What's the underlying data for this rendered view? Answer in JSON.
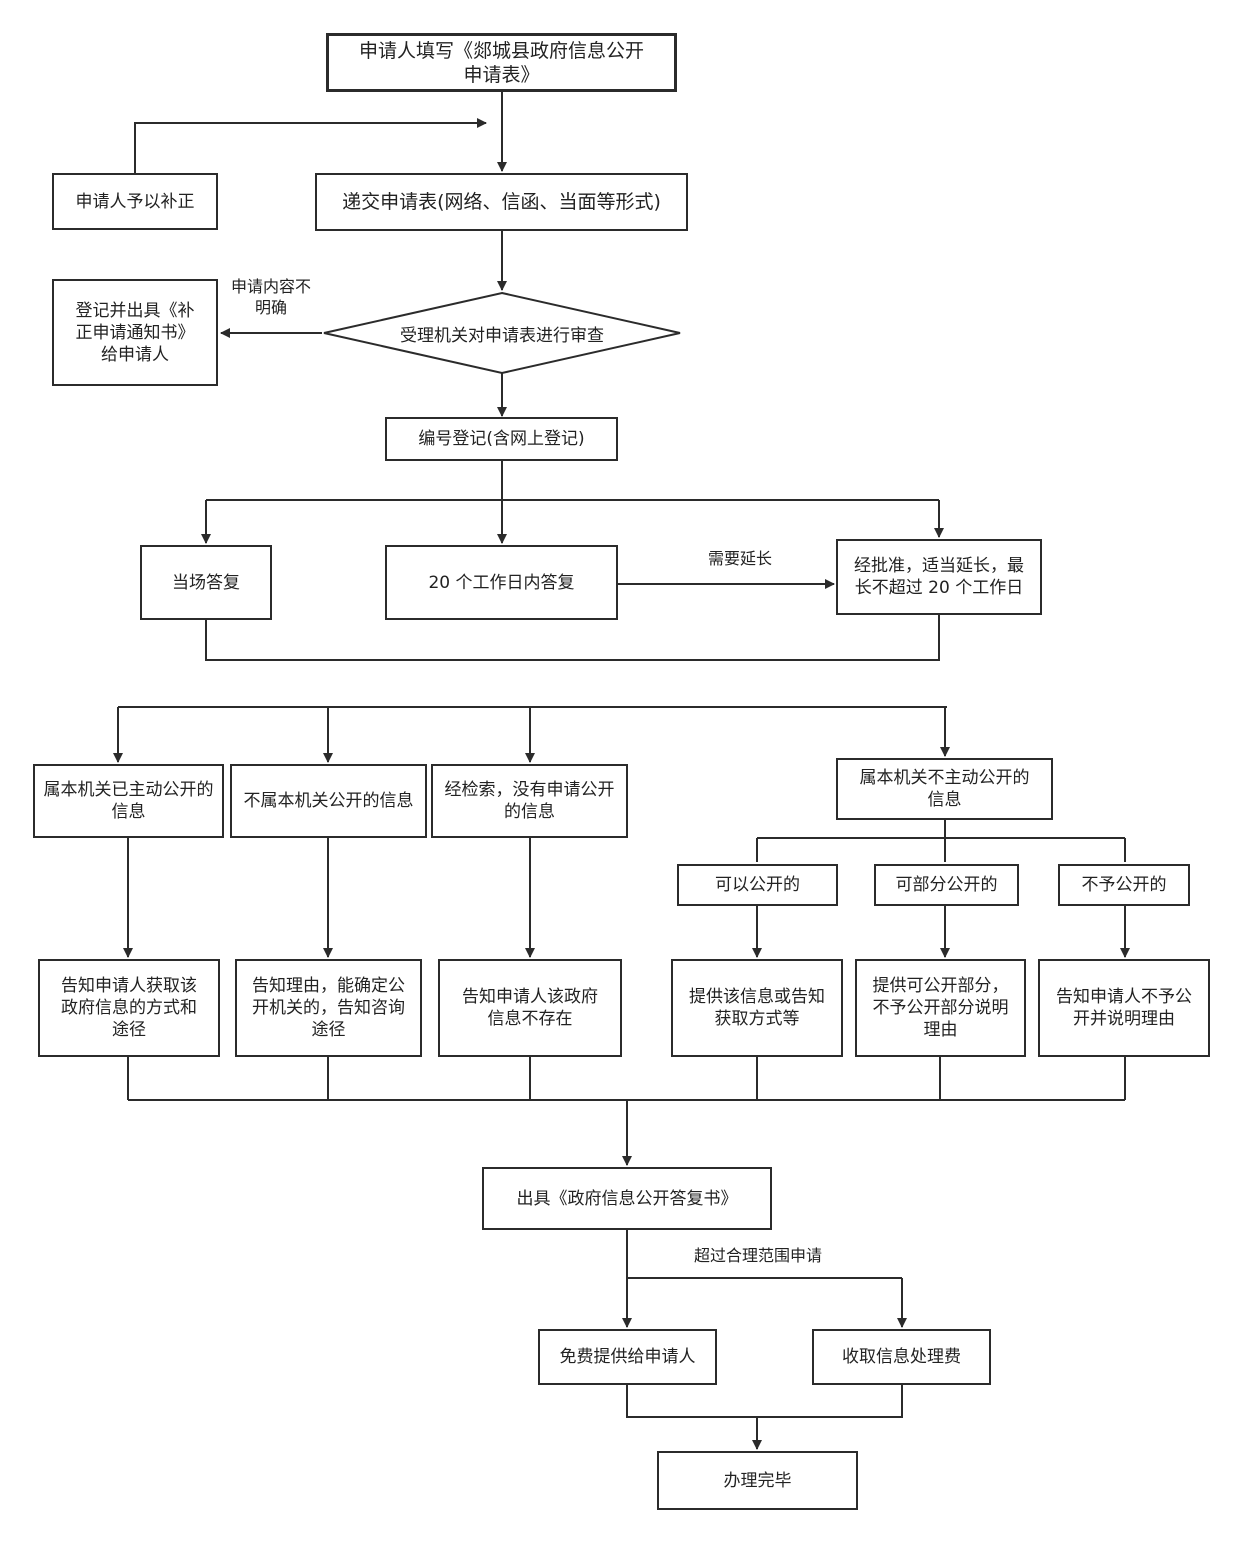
{
  "nodes": {
    "fill_form": "申请人填写《郯城县政府信息公开申请表》",
    "supplement": "申请人予以补正",
    "submit": "递交申请表(网络、信函、当面等形式)",
    "notice": "登记并出具《补正申请通知书》给申请人",
    "review": "受理机关对申请表进行审查",
    "register": "编号登记(含网上登记)",
    "reply_spot": "当场答复",
    "reply_20": "20 个工作日内答复",
    "extend": "经批准，适当延长，最长不超过 20 个工作日",
    "cat_active": "属本机关已主动公开的信息",
    "cat_not_ours": "不属本机关公开的信息",
    "cat_none": "经检索，没有申请公开的信息",
    "cat_not_active": "属本机关不主动公开的信息",
    "sub_can": "可以公开的",
    "sub_partial": "可部分公开的",
    "sub_no": "不予公开的",
    "res_active": "告知申请人获取该政府信息的方式和途径",
    "res_not_ours": "告知理由，能确定公开机关的，告知咨询途径",
    "res_none": "告知申请人该政府信息不存在",
    "res_can": "提供该信息或告知获取方式等",
    "res_partial": "提供可公开部分，不予公开部分说明理由",
    "res_no": "告知申请人不予公开并说明理由",
    "reply_letter": "出具《政府信息公开答复书》",
    "free": "免费提供给申请人",
    "fee": "收取信息处理费",
    "done": "办理完毕"
  },
  "labels": {
    "unclear": "申请内容不明确",
    "need_extend": "需要延长",
    "over_scope": "超过合理范围申请"
  }
}
